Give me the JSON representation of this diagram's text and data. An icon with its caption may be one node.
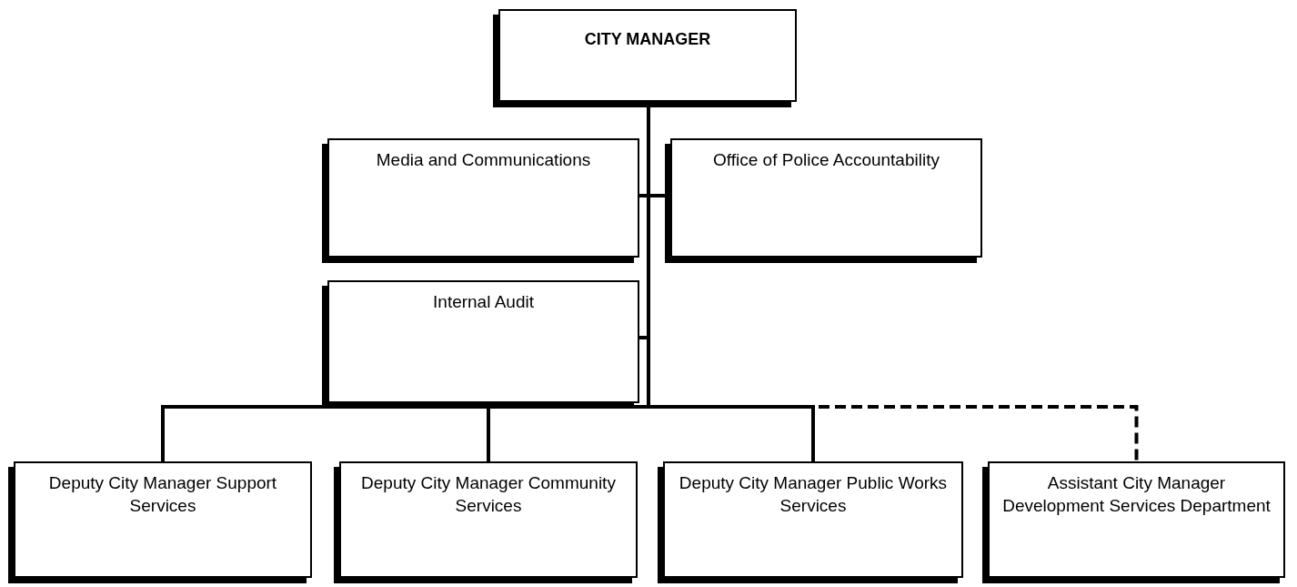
{
  "diagram": {
    "nodes": [
      {
        "text": [
          "CITY MANAGER"
        ]
      },
      {
        "text": [
          "Media and Communications"
        ]
      },
      {
        "text": [
          "Office of Police Accountability"
        ]
      },
      {
        "text": [
          "Internal Audit"
        ]
      },
      {
        "text": [
          "Deputy City Manager Support Services"
        ]
      },
      {
        "text": [
          "Deputy City Manager Community Services"
        ]
      },
      {
        "text": [
          "Deputy City Manager Public Works Services"
        ]
      },
      {
        "text": [
          "Assistant City Manager Development Services Department"
        ]
      }
    ],
    "edges": [
      {
        "from": 0,
        "to": 1,
        "arrow": "none"
      },
      {
        "from": 0,
        "to": 2,
        "arrow": "none"
      },
      {
        "from": 0,
        "to": 3,
        "arrow": "none"
      },
      {
        "from": 0,
        "to": 4,
        "arrow": "none"
      },
      {
        "from": 0,
        "to": 5,
        "arrow": "none"
      },
      {
        "from": 0,
        "to": 7,
        "arrow": "none",
        "style": "dashed"
      },
      {
        "from": 0,
        "to": 6,
        "arrow": "none"
      }
    ]
  }
}
